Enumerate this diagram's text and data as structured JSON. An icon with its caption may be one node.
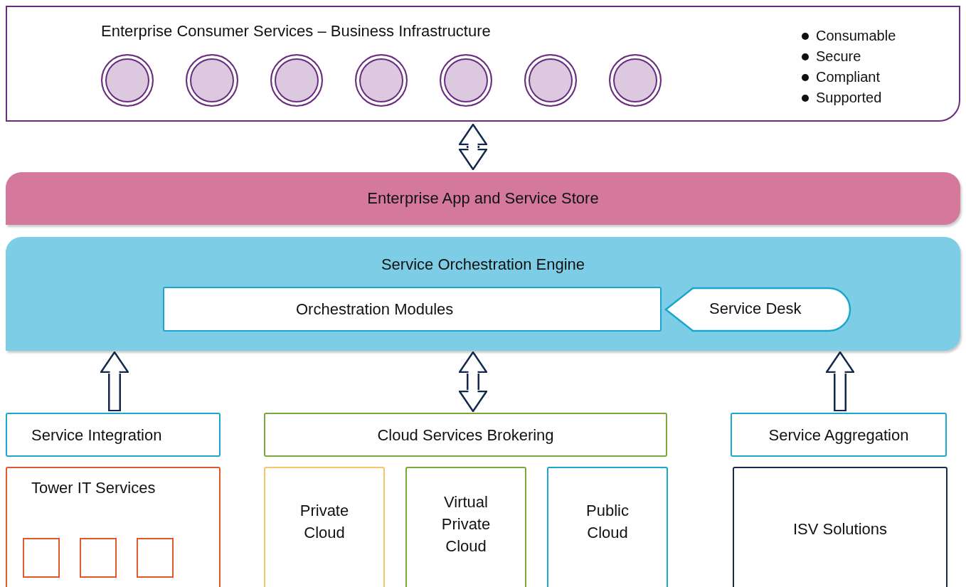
{
  "diagram": {
    "nodes": [
      {
        "text": [
          "Enterprise Consumer Services – Business Infrastructure",
          "Consumable",
          "Secure",
          "Compliant",
          "Supported"
        ]
      },
      {
        "text": [],
        "shape": "circle",
        "in": 0
      },
      {
        "text": [],
        "shape": "circle",
        "in": 0
      },
      {
        "text": [],
        "shape": "circle",
        "in": 0
      },
      {
        "text": [],
        "shape": "circle",
        "in": 0
      },
      {
        "text": [],
        "shape": "circle",
        "in": 0
      },
      {
        "text": [],
        "shape": "circle",
        "in": 0
      },
      {
        "text": [],
        "shape": "circle",
        "in": 0
      },
      {
        "text": [
          "Enterprise App and Service Store"
        ]
      },
      {
        "text": [
          "Service Orchestration Engine"
        ]
      },
      {
        "text": [
          "Orchestration Modules"
        ],
        "in": 9
      },
      {
        "text": [
          "Service Desk"
        ],
        "in": 9
      },
      {
        "text": [
          "Service Integration"
        ]
      },
      {
        "text": [
          "Cloud Services Brokering"
        ]
      },
      {
        "text": [
          "Service Aggregation"
        ]
      },
      {
        "text": [
          "Tower IT Services"
        ]
      },
      {
        "text": [],
        "shape": "box",
        "in": 15
      },
      {
        "text": [],
        "shape": "box",
        "in": 15
      },
      {
        "text": [],
        "shape": "box",
        "in": 15
      },
      {
        "text": [
          "Private Cloud"
        ]
      },
      {
        "text": [
          "Virtual Private Cloud"
        ]
      },
      {
        "text": [
          "Public Cloud"
        ]
      },
      {
        "text": [
          "ISV Solutions"
        ]
      }
    ],
    "edges": [
      {
        "from": 0,
        "to": 8,
        "arrow": "both"
      },
      {
        "from": 12,
        "to": 9,
        "arrow": "to"
      },
      {
        "from": 13,
        "to": 9,
        "arrow": "both"
      },
      {
        "from": 14,
        "to": 9,
        "arrow": "to"
      }
    ]
  }
}
